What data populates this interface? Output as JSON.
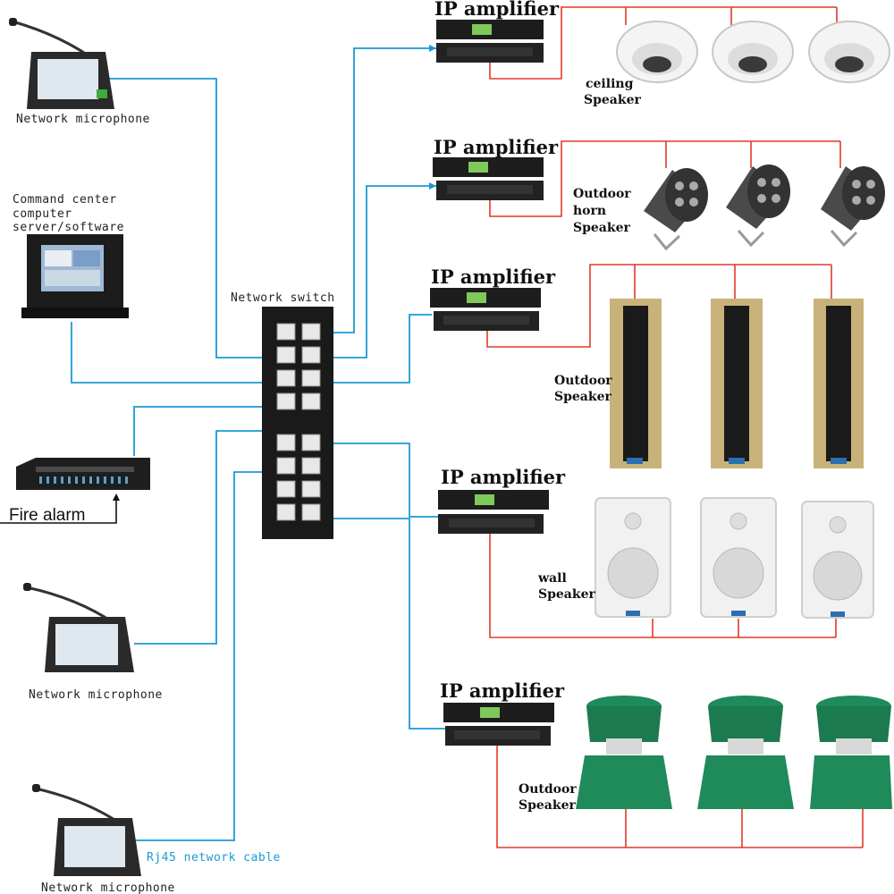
{
  "labels": {
    "mic1": "Network microphone",
    "server_line1": "Command center",
    "server_line2": "computer",
    "server_line3": "server/software",
    "switch": "Network switch",
    "fire_alarm": "Fire alarm",
    "mic2": "Network microphone",
    "mic3": "Network microphone",
    "cable": "Rj45 network cable"
  },
  "amplifiers": [
    {
      "title": "IP amplifier"
    },
    {
      "title": "IP amplifier"
    },
    {
      "title": "IP amplifier"
    },
    {
      "title": "IP amplifier"
    },
    {
      "title": "IP amplifier"
    }
  ],
  "speakers": [
    {
      "line1": "ceiling",
      "line2": "Speaker"
    },
    {
      "line1": "Outdoor",
      "line2": "horn",
      "line3": "Speaker"
    },
    {
      "line1": "Outdoor",
      "line2": "Speaker"
    },
    {
      "line1": "wall",
      "line2": "Speaker"
    },
    {
      "line1": "Outdoor",
      "line2": "Speaker"
    }
  ],
  "colors": {
    "network_cable": "#1a9ad6",
    "speaker_wire": "#e03a2a"
  }
}
